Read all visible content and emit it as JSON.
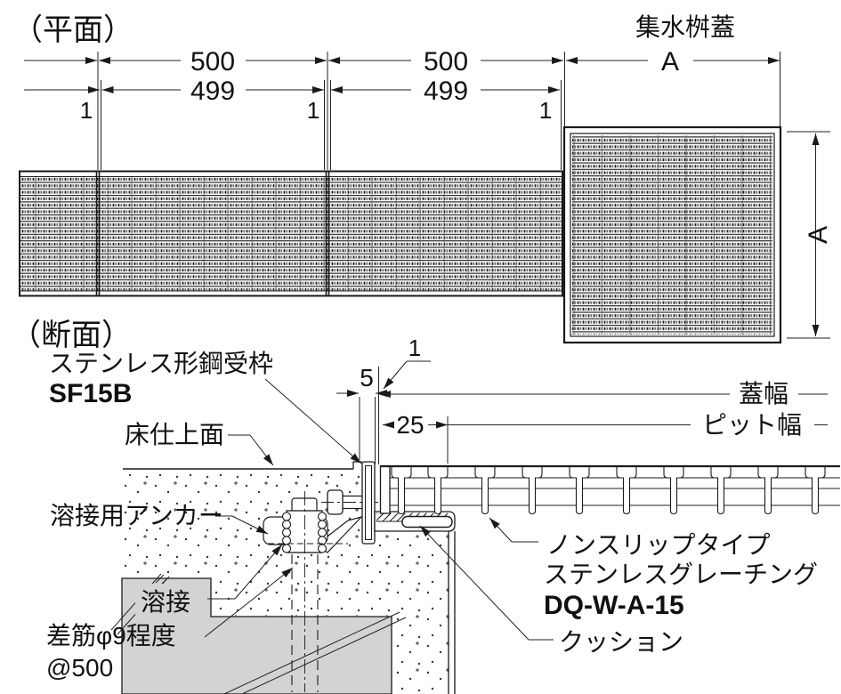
{
  "plan": {
    "title": "（平面）",
    "cover_label": "集水桝蓋",
    "dims": {
      "span_left": "500",
      "span_right": "500",
      "cover_left": "499",
      "cover_right": "499",
      "gap_left": "1",
      "gap_mid": "1",
      "gap_right": "1",
      "basin_width": "A",
      "basin_height": "A"
    }
  },
  "section": {
    "title": "（断面）",
    "frame_label": "ステンレス形鋼受枠",
    "frame_model": "SF15B",
    "floor_label": "床仕上面",
    "anchor_label": "溶接用アンカー",
    "weld_label": "溶接",
    "rebar_label": "差筋φ9程度",
    "rebar_pitch": "@500",
    "grating_label_1": "ノンスリップタイプ",
    "grating_label_2": "ステンレスグレーチング",
    "grating_model": "DQ-W-A-15",
    "cushion_label": "クッション",
    "cover_width_label": "蓋幅",
    "pit_width_label": "ピット幅",
    "dims": {
      "frame_top": "5",
      "clearance": "1",
      "seat_width": "25"
    }
  },
  "colors": {
    "line": "#1a1a1a",
    "concrete": "#d3d3d3"
  }
}
